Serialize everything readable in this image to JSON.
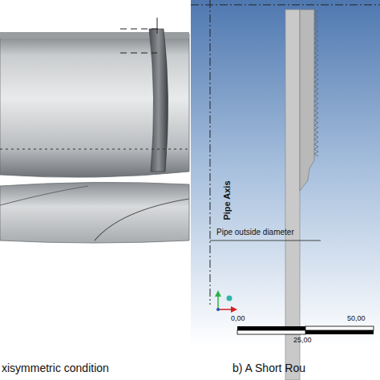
{
  "diagram": {
    "labels": [
      "xisymmetric condition",
      "b)  A Short Rou",
      "Pipe Axis",
      "Pipe outside diameter",
      "0,00",
      "50,00",
      "25,00"
    ]
  }
}
